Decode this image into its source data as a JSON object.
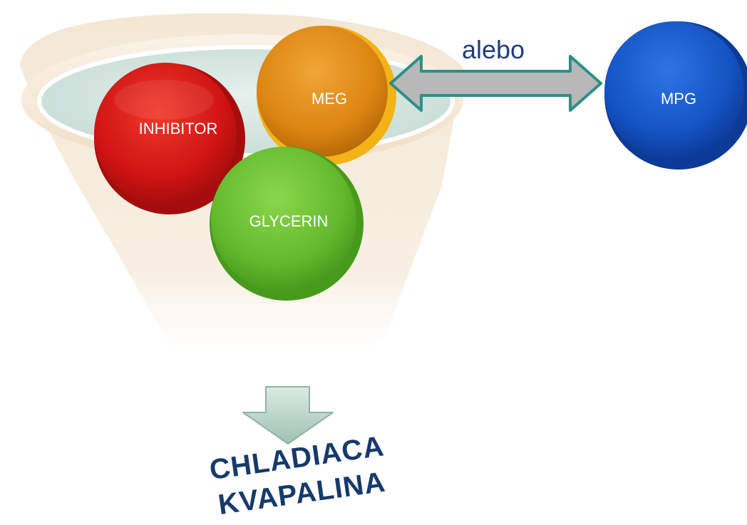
{
  "funnel": {
    "balls": {
      "inhibitor": "INHIBITOR",
      "meg": "MEG",
      "glycerin": "GLYCERIN"
    }
  },
  "alternative": {
    "connector_label": "alebo",
    "ball_label": "MPG"
  },
  "result": {
    "line1": "CHLADIACA",
    "line2": "KVAPALINA"
  },
  "colors": {
    "inhibitor": "#d81a1a",
    "meg": "#e08a12",
    "glycerin": "#6cc230",
    "mpg": "#1552c4",
    "arrow_outline": "#2e8f86",
    "arrow_fill": "#b9b9b9",
    "result_text": "#163a6a",
    "funnel": "#f1e0c8"
  }
}
